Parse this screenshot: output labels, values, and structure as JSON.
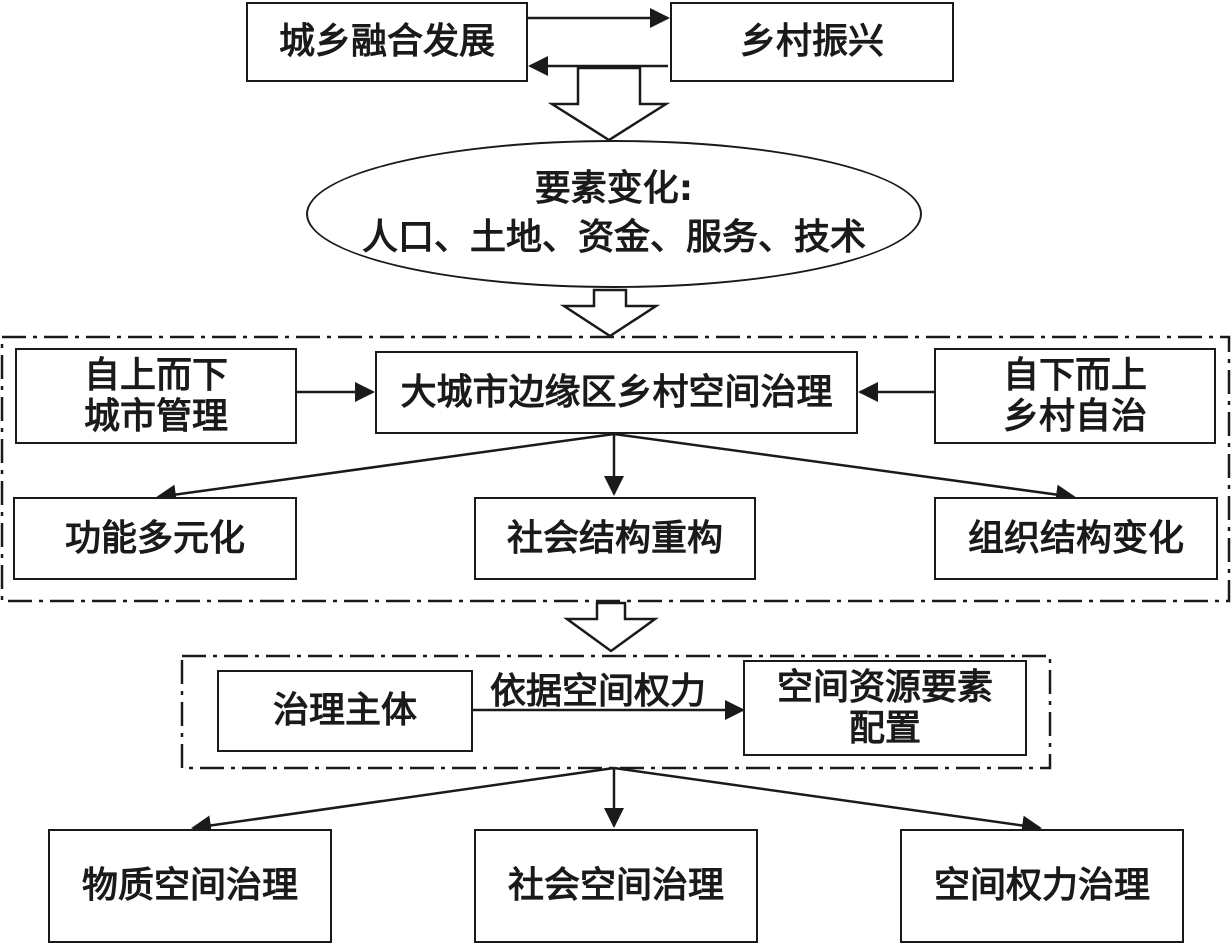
{
  "top": {
    "left_box": "城乡融合发展",
    "right_box": "乡村振兴"
  },
  "factors": {
    "title": "要素变化:",
    "items": "人口、土地、资金、服务、技术"
  },
  "governance": {
    "center": "大城市边缘区乡村空间治理",
    "left_line1": "自上而下",
    "left_line2": "城市管理",
    "right_line1": "自下而上",
    "right_line2": "乡村自治",
    "outcomes": [
      "功能多元化",
      "社会结构重构",
      "组织结构变化"
    ]
  },
  "mechanism": {
    "subject": "治理主体",
    "arrow_label": "依据空间权力",
    "target_line1": "空间资源要素",
    "target_line2": "配置"
  },
  "results": [
    "物质空间治理",
    "社会空间治理",
    "空间权力治理"
  ],
  "colors": {
    "stroke": "#1a1a1a",
    "background": "#ffffff"
  }
}
